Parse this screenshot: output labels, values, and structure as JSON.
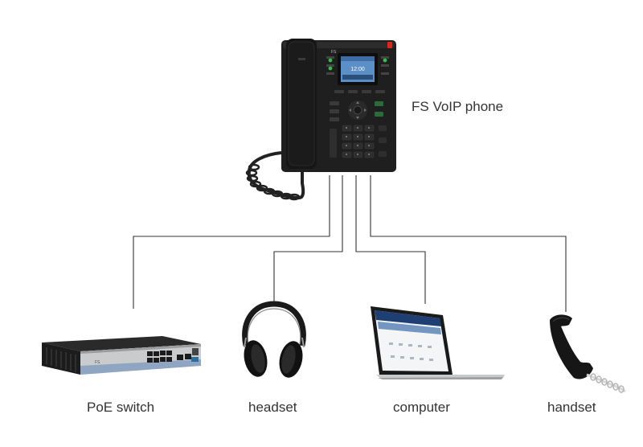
{
  "phone": {
    "label": "FS VoIP phone",
    "brand": "FS",
    "screen_text": "12:00"
  },
  "devices": [
    {
      "id": "poe-switch",
      "label": "PoE switch"
    },
    {
      "id": "headset",
      "label": "headset"
    },
    {
      "id": "computer",
      "label": "computer"
    },
    {
      "id": "handset",
      "label": "handset"
    }
  ],
  "colors": {
    "line": "#333333",
    "phone_body": "#1f1f1f",
    "phone_screen": "#5a8fc8",
    "phone_led_green": "#2fbf4a",
    "phone_led_red": "#e0251c",
    "switch_body": "#c9cbcd",
    "switch_top": "#2a2a2a",
    "laptop_silver": "#c8c9cb"
  }
}
